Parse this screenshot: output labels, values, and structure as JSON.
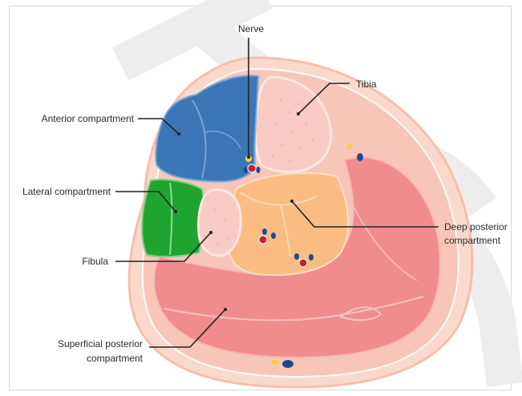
{
  "diagram": {
    "labels": {
      "nerve": "Nerve",
      "tibia": "Tibia",
      "anterior": "Anterior compartment",
      "lateral": "Lateral compartment",
      "fibula": "Fibula",
      "deep_line1": "Deep posterior",
      "deep_line2": "compartment",
      "superficial_line1": "Superficial posterior",
      "superficial_line2": "compartment"
    },
    "colors": {
      "skin": "#fad9cc",
      "skin_edge": "#f6bfa9",
      "anterior": "#3b76b6",
      "lateral": "#1fa52f",
      "deep_posterior": "#fbbc83",
      "superficial_posterior": "#f08c8e",
      "bone": "#f9cbc4",
      "artery": "#c0203a",
      "vein": "#1a4c94",
      "nerve": "#f7cd4a"
    }
  }
}
